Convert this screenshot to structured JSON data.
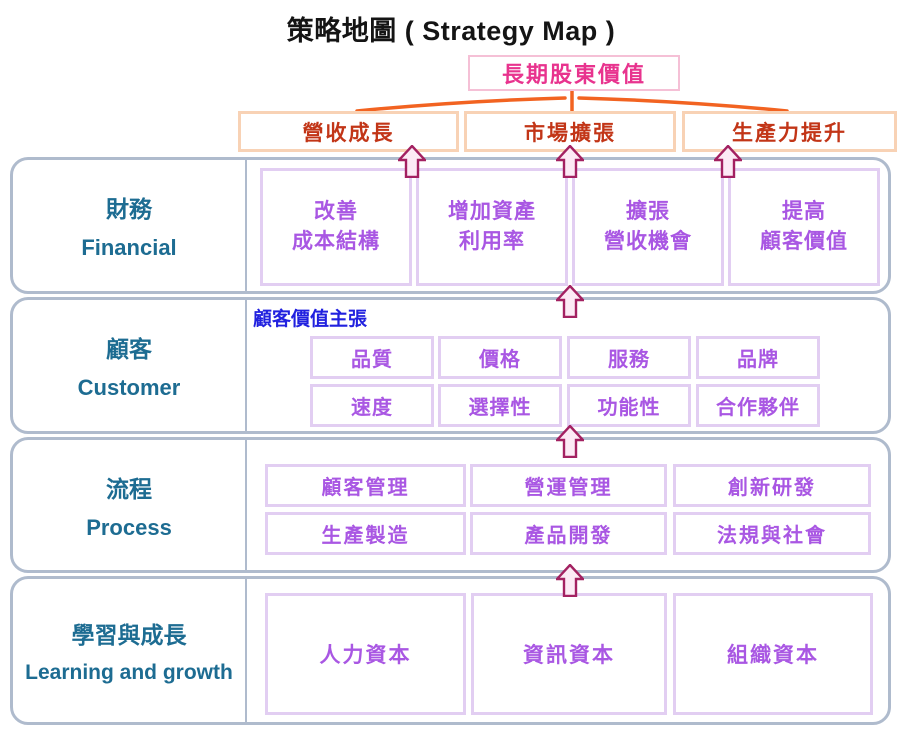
{
  "title": "策略地圖 ( Strategy Map )",
  "top_box": {
    "label": "長期股東價值"
  },
  "objectives": [
    "營收成長",
    "市場擴張",
    "生產力提升"
  ],
  "perspectives": {
    "financial": {
      "zh": "財務",
      "en": "Financial"
    },
    "customer": {
      "zh": "顧客",
      "en": "Customer",
      "note": "顧客價值主張"
    },
    "process": {
      "zh": "流程",
      "en": "Process"
    },
    "learning": {
      "zh": "學習與成長",
      "en": "Learning and growth"
    }
  },
  "financial_boxes": [
    [
      "改善",
      "成本結構"
    ],
    [
      "增加資產",
      "利用率"
    ],
    [
      "擴張",
      "營收機會"
    ],
    [
      "提高",
      "顧客價值"
    ]
  ],
  "customer_boxes": [
    [
      "品質",
      "價格",
      "服務",
      "品牌"
    ],
    [
      "速度",
      "選擇性",
      "功能性",
      "合作夥伴"
    ]
  ],
  "process_boxes": [
    [
      "顧客管理",
      "營運管理",
      "創新研發"
    ],
    [
      "生產製造",
      "產品開發",
      "法規與社會"
    ]
  ],
  "learning_boxes": [
    "人力資本",
    "資訊資本",
    "組織資本"
  ],
  "colors": {
    "title_text": "#141414",
    "top_box_text": "#E8338E",
    "top_box_border": "#F5C0D6",
    "connector_line": "#F26321",
    "objective_border": "#F8D2B5",
    "objective_text": "#C23517",
    "row_border": "#AFBBCD",
    "row_label_text": "#1D6C92",
    "inner_box_border": "#E2CEF2",
    "inner_box_text": "#A957E3",
    "customer_note_text": "#2121DF",
    "arrow_stroke": "#A32161",
    "arrow_fill": "#FCEAF5"
  }
}
